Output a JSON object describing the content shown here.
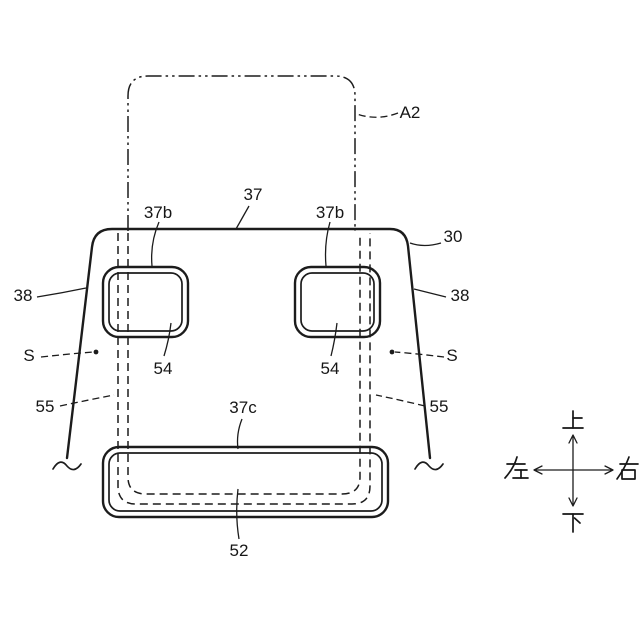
{
  "figure": {
    "background": "#ffffff",
    "line_color": "#1c1c1c",
    "labels": {
      "a2": "A2",
      "n37": "37",
      "n37b_left": "37b",
      "n37b_right": "37b",
      "n30": "30",
      "n38_left": "38",
      "n38_right": "38",
      "s_left": "S",
      "s_right": "S",
      "n55_left": "55",
      "n55_right": "55",
      "n37c": "37c",
      "n54_left": "54",
      "n54_right": "54",
      "n52": "52"
    },
    "compass": {
      "up": "上",
      "down": "下",
      "left": "左",
      "right": "右"
    }
  }
}
